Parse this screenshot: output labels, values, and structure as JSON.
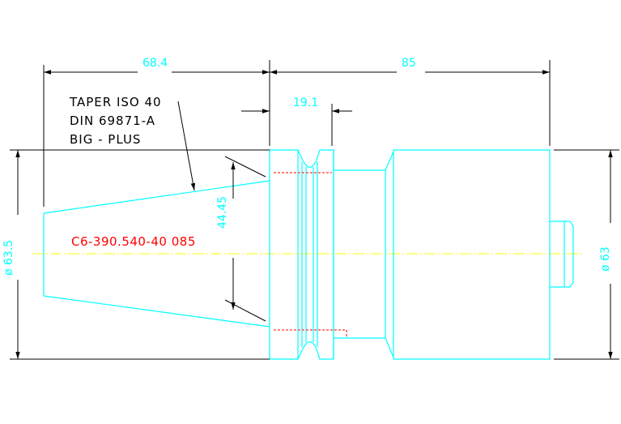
{
  "notes": {
    "line1": "TAPER ISO 40",
    "line2": "DIN 69871-A",
    "line3": "BIG - PLUS"
  },
  "part_number": "C6-390.540-40 085",
  "dimensions": {
    "taper_length": "68.4",
    "body_length": "85",
    "flange_width": "19.1",
    "taper_diameter": "44.45",
    "flange_diameter": "ø 63.5",
    "body_diameter": "ø 63"
  },
  "colors": {
    "geometry": "#00ffff",
    "dimension_lines": "#000000",
    "hidden_lines": "#ff0000",
    "centerline": "#ffff00",
    "text": "#000000"
  }
}
